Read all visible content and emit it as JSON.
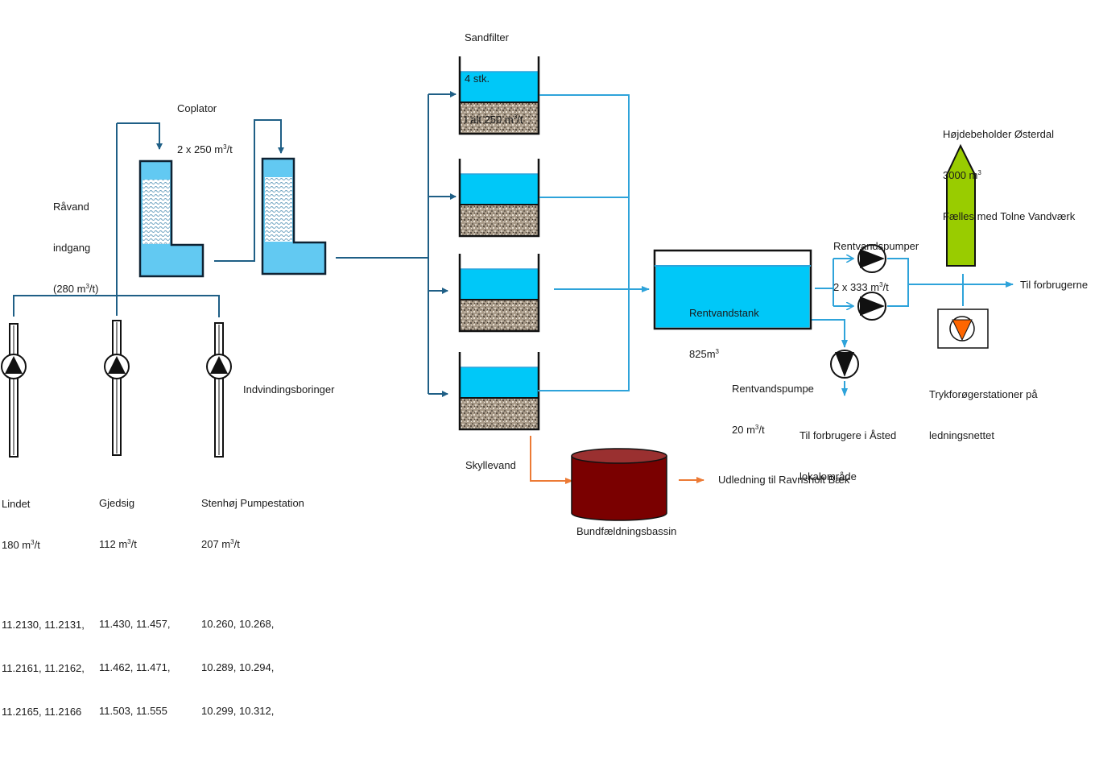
{
  "colors": {
    "pipe_raw": "#1f5f86",
    "pipe_clean": "#2ea3da",
    "pipe_backwash": "#ec7a35",
    "coplator_fill": "#62c9f2",
    "sandfilter_water": "#00c8f8",
    "sand": "#a89a88",
    "tank_water": "#00c8f8",
    "basin_fill": "#7a0000",
    "basin_top": "#9a3030",
    "tower_fill": "#99cc00",
    "booster_fill": "#ff6600",
    "outline": "#111111"
  },
  "labels": {
    "coplator": [
      "Coplator",
      "2 x 250 m³/t"
    ],
    "raavand": [
      "Råvand",
      "indgang",
      "(280 m³/t)"
    ],
    "sandfilter": [
      "Sandfilter",
      "4 stk.",
      "I alt 250 m³/t"
    ],
    "rentvandstank": [
      "Rentvandstank",
      "825m³"
    ],
    "rentvandspumper": [
      "Rentvandspumper",
      "2 x 333 m³/t"
    ],
    "rentvandspumpe": [
      "Rentvandspumpe",
      "20 m³/t"
    ],
    "til_asted": [
      "Til forbrugere i Åsted",
      "lokalområde"
    ],
    "hoejdebeholder": [
      "Højdebeholder Østerdal",
      "3000 m³",
      "Fælles med Tolne Vandværk"
    ],
    "til_forbrugerne": "Til forbrugerne",
    "trykforoeger": [
      "Trykforøgerstationer på",
      "ledningsnettet"
    ],
    "indvindingsboringer": "Indvindingsboringer",
    "skyllevand": "Skyllevand",
    "bundfaeldning": "Bundfældningsbassin",
    "udledning": "Udledning til Ravnsholt Bæk"
  },
  "wells": [
    {
      "name": "Lindet",
      "flow": "180 m³/t",
      "ids": [
        "11.2130, 11.2131,",
        "11.2161, 11.2162,",
        "11.2165, 11.2166"
      ]
    },
    {
      "name": "Gjedsig",
      "flow": "112 m³/t",
      "ids": [
        "11.430, 11.457,",
        "11.462, 11.471,",
        "11.503, 11.555"
      ]
    },
    {
      "name": "Stenhøj Pumpestation",
      "flow": "207 m³/t",
      "ids": [
        "10.260, 10.268,",
        "10.289, 10.294,",
        "10.299, 10.312,"
      ]
    }
  ],
  "sandfilter_count": 4,
  "clean_pump_count": 2
}
